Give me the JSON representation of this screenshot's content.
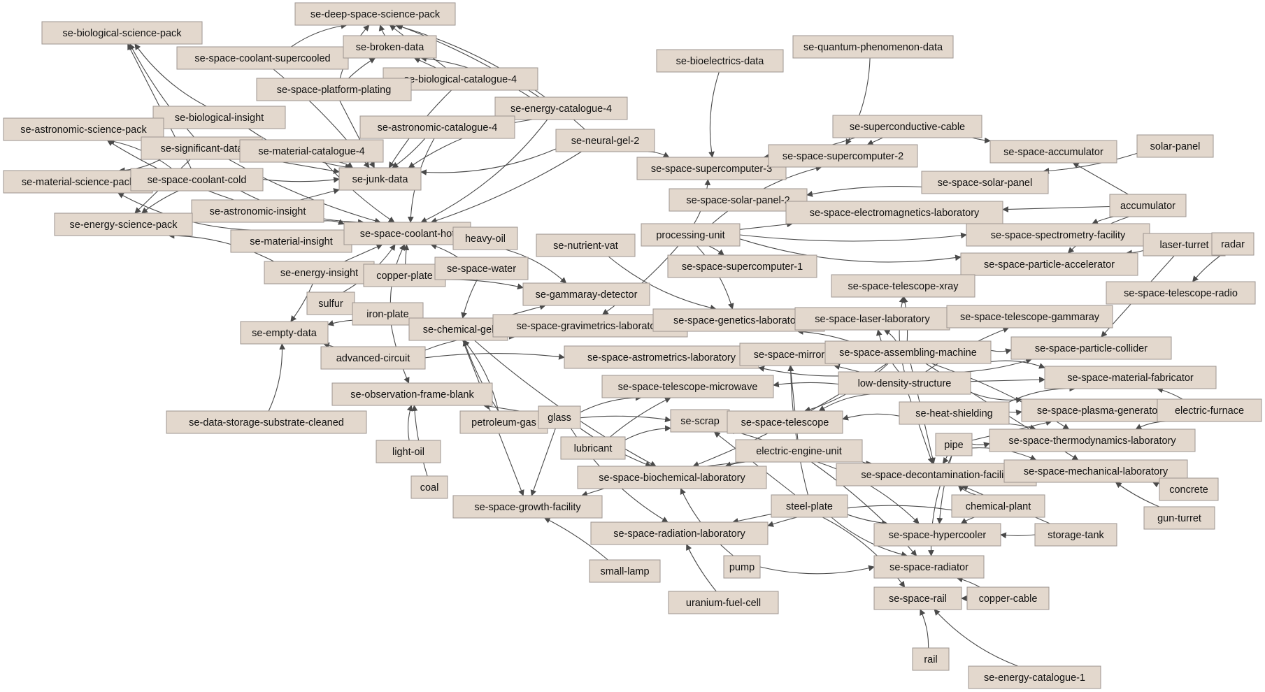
{
  "diagram": {
    "type": "dependency-graph",
    "colors": {
      "node_fill": "#e3d8cd",
      "node_border": "#9d9590",
      "edge": "#4a4a4a",
      "background": "#ffffff"
    },
    "nodes": [
      {
        "id": "se-deep-space-science-pack"
      },
      {
        "id": "se-biological-science-pack"
      },
      {
        "id": "se-space-coolant-supercooled"
      },
      {
        "id": "se-broken-data"
      },
      {
        "id": "se-biological-catalogue-4"
      },
      {
        "id": "se-space-platform-plating"
      },
      {
        "id": "se-biological-insight"
      },
      {
        "id": "se-energy-catalogue-4"
      },
      {
        "id": "se-astronomic-catalogue-4"
      },
      {
        "id": "se-astronomic-science-pack"
      },
      {
        "id": "se-significant-data"
      },
      {
        "id": "se-material-catalogue-4"
      },
      {
        "id": "se-neural-gel-2"
      },
      {
        "id": "se-material-science-pack"
      },
      {
        "id": "se-space-coolant-cold"
      },
      {
        "id": "se-junk-data"
      },
      {
        "id": "se-astronomic-insight"
      },
      {
        "id": "se-energy-science-pack"
      },
      {
        "id": "se-material-insight"
      },
      {
        "id": "se-space-coolant-hot"
      },
      {
        "id": "heavy-oil"
      },
      {
        "id": "se-energy-insight"
      },
      {
        "id": "copper-plate"
      },
      {
        "id": "se-space-water"
      },
      {
        "id": "sulfur"
      },
      {
        "id": "iron-plate"
      },
      {
        "id": "se-empty-data"
      },
      {
        "id": "advanced-circuit"
      },
      {
        "id": "se-data-storage-substrate-cleaned"
      },
      {
        "id": "se-observation-frame-blank"
      },
      {
        "id": "light-oil"
      },
      {
        "id": "coal"
      },
      {
        "id": "se-chemical-gel"
      },
      {
        "id": "se-gammaray-detector"
      },
      {
        "id": "se-nutrient-vat"
      },
      {
        "id": "petroleum-gas"
      },
      {
        "id": "se-bioelectrics-data"
      },
      {
        "id": "se-quantum-phenomenon-data"
      },
      {
        "id": "se-superconductive-cable"
      },
      {
        "id": "se-space-supercomputer-3"
      },
      {
        "id": "se-space-supercomputer-2"
      },
      {
        "id": "se-space-accumulator"
      },
      {
        "id": "solar-panel"
      },
      {
        "id": "se-space-solar-panel"
      },
      {
        "id": "se-space-solar-panel-2"
      },
      {
        "id": "accumulator"
      },
      {
        "id": "se-space-electromagnetics-laboratory"
      },
      {
        "id": "processing-unit"
      },
      {
        "id": "se-space-spectrometry-facility"
      },
      {
        "id": "laser-turret"
      },
      {
        "id": "radar"
      },
      {
        "id": "se-space-supercomputer-1"
      },
      {
        "id": "se-space-particle-accelerator"
      },
      {
        "id": "se-space-telescope-xray"
      },
      {
        "id": "se-space-telescope-radio"
      },
      {
        "id": "se-space-gravimetrics-laboratory"
      },
      {
        "id": "se-space-genetics-laboratory"
      },
      {
        "id": "se-space-laser-laboratory"
      },
      {
        "id": "se-space-telescope-gammaray"
      },
      {
        "id": "se-space-astrometrics-laboratory"
      },
      {
        "id": "se-space-mirror"
      },
      {
        "id": "se-space-assembling-machine"
      },
      {
        "id": "se-space-particle-collider"
      },
      {
        "id": "se-space-telescope-microwave"
      },
      {
        "id": "low-density-structure"
      },
      {
        "id": "se-space-material-fabricator"
      },
      {
        "id": "glass"
      },
      {
        "id": "se-scrap"
      },
      {
        "id": "se-space-telescope"
      },
      {
        "id": "se-heat-shielding"
      },
      {
        "id": "se-space-plasma-generator"
      },
      {
        "id": "electric-furnace"
      },
      {
        "id": "lubricant"
      },
      {
        "id": "electric-engine-unit"
      },
      {
        "id": "pipe"
      },
      {
        "id": "se-space-thermodynamics-laboratory"
      },
      {
        "id": "se-space-biochemical-laboratory"
      },
      {
        "id": "se-space-decontamination-facility"
      },
      {
        "id": "se-space-mechanical-laboratory"
      },
      {
        "id": "concrete"
      },
      {
        "id": "se-space-growth-facility"
      },
      {
        "id": "steel-plate"
      },
      {
        "id": "chemical-plant"
      },
      {
        "id": "gun-turret"
      },
      {
        "id": "se-space-radiation-laboratory"
      },
      {
        "id": "se-space-hypercooler"
      },
      {
        "id": "storage-tank"
      },
      {
        "id": "small-lamp"
      },
      {
        "id": "pump"
      },
      {
        "id": "se-space-radiator"
      },
      {
        "id": "uranium-fuel-cell"
      },
      {
        "id": "se-space-rail"
      },
      {
        "id": "copper-cable"
      },
      {
        "id": "rail"
      },
      {
        "id": "se-energy-catalogue-1"
      }
    ],
    "edges": [
      [
        "se-space-coolant-supercooled",
        "se-deep-space-science-pack"
      ],
      [
        "se-broken-data",
        "se-deep-space-science-pack"
      ],
      [
        "se-biological-catalogue-4",
        "se-deep-space-science-pack"
      ],
      [
        "se-energy-catalogue-4",
        "se-deep-space-science-pack"
      ],
      [
        "se-neural-gel-2",
        "se-deep-space-science-pack"
      ],
      [
        "se-space-platform-plating",
        "se-deep-space-science-pack"
      ],
      [
        "se-space-platform-plating",
        "se-broken-data"
      ],
      [
        "se-biological-catalogue-4",
        "se-broken-data"
      ],
      [
        "se-space-coolant-supercooled",
        "se-broken-data"
      ],
      [
        "se-energy-catalogue-4",
        "se-broken-data"
      ],
      [
        "se-biological-insight",
        "se-biological-science-pack"
      ],
      [
        "se-significant-data",
        "se-biological-science-pack"
      ],
      [
        "se-space-coolant-cold",
        "se-biological-science-pack"
      ],
      [
        "se-significant-data",
        "se-astronomic-science-pack"
      ],
      [
        "se-space-coolant-cold",
        "se-astronomic-science-pack"
      ],
      [
        "se-significant-data",
        "se-material-science-pack"
      ],
      [
        "se-space-coolant-cold",
        "se-material-science-pack"
      ],
      [
        "se-significant-data",
        "se-energy-science-pack"
      ],
      [
        "se-space-coolant-cold",
        "se-energy-science-pack"
      ],
      [
        "se-energy-insight",
        "se-energy-science-pack"
      ],
      [
        "se-material-insight",
        "se-material-science-pack"
      ],
      [
        "se-astronomic-insight",
        "se-astronomic-science-pack"
      ],
      [
        "se-significant-data",
        "se-junk-data"
      ],
      [
        "se-space-coolant-cold",
        "se-junk-data"
      ],
      [
        "se-biological-insight",
        "se-junk-data"
      ],
      [
        "se-material-catalogue-4",
        "se-junk-data"
      ],
      [
        "se-astronomic-catalogue-4",
        "se-junk-data"
      ],
      [
        "se-space-platform-plating",
        "se-junk-data"
      ],
      [
        "se-biological-catalogue-4",
        "se-junk-data"
      ],
      [
        "se-energy-catalogue-4",
        "se-junk-data"
      ],
      [
        "se-neural-gel-2",
        "se-junk-data"
      ],
      [
        "se-space-coolant-supercooled",
        "se-junk-data"
      ],
      [
        "se-astronomic-insight",
        "se-junk-data"
      ],
      [
        "se-significant-data",
        "se-space-coolant-hot"
      ],
      [
        "se-space-coolant-cold",
        "se-space-coolant-hot"
      ],
      [
        "se-astronomic-insight",
        "se-space-coolant-hot"
      ],
      [
        "se-material-insight",
        "se-space-coolant-hot"
      ],
      [
        "se-energy-insight",
        "se-space-coolant-hot"
      ],
      [
        "se-material-catalogue-4",
        "se-space-coolant-hot"
      ],
      [
        "se-astronomic-catalogue-4",
        "se-space-coolant-hot"
      ],
      [
        "se-energy-catalogue-4",
        "se-space-coolant-hot"
      ],
      [
        "se-neural-gel-2",
        "se-space-coolant-hot"
      ],
      [
        "copper-plate",
        "se-space-coolant-hot"
      ],
      [
        "se-space-water",
        "se-space-coolant-hot"
      ],
      [
        "sulfur",
        "se-space-coolant-hot"
      ],
      [
        "iron-plate",
        "se-space-coolant-hot"
      ],
      [
        "se-energy-insight",
        "se-empty-data"
      ],
      [
        "advanced-circuit",
        "se-empty-data"
      ],
      [
        "iron-plate",
        "se-empty-data"
      ],
      [
        "se-data-storage-substrate-cleaned",
        "se-empty-data"
      ],
      [
        "heavy-oil",
        "se-gammaray-detector"
      ],
      [
        "copper-plate",
        "se-gammaray-detector"
      ],
      [
        "se-chemical-gel",
        "se-gammaray-detector"
      ],
      [
        "se-space-water",
        "se-chemical-gel"
      ],
      [
        "petroleum-gas",
        "se-chemical-gel"
      ],
      [
        "light-oil",
        "se-observation-frame-blank"
      ],
      [
        "coal",
        "se-observation-frame-blank"
      ],
      [
        "glass",
        "se-observation-frame-blank"
      ],
      [
        "iron-plate",
        "se-observation-frame-blank"
      ],
      [
        "se-bioelectrics-data",
        "se-space-supercomputer-3"
      ],
      [
        "se-quantum-phenomenon-data",
        "se-space-supercomputer-2"
      ],
      [
        "se-superconductive-cable",
        "se-space-supercomputer-3"
      ],
      [
        "se-superconductive-cable",
        "se-space-supercomputer-2"
      ],
      [
        "se-superconductive-cable",
        "se-space-accumulator"
      ],
      [
        "se-space-supercomputer-2",
        "se-space-supercomputer-3"
      ],
      [
        "se-neural-gel-2",
        "se-space-supercomputer-3"
      ],
      [
        "solar-panel",
        "se-space-solar-panel"
      ],
      [
        "accumulator",
        "se-space-accumulator"
      ],
      [
        "se-space-solar-panel",
        "se-space-solar-panel-2"
      ],
      [
        "processing-unit",
        "se-space-supercomputer-3"
      ],
      [
        "processing-unit",
        "se-space-supercomputer-2"
      ],
      [
        "processing-unit",
        "se-space-supercomputer-1"
      ],
      [
        "processing-unit",
        "se-space-electromagnetics-laboratory"
      ],
      [
        "processing-unit",
        "se-space-spectrometry-facility"
      ],
      [
        "processing-unit",
        "se-space-particle-accelerator"
      ],
      [
        "processing-unit",
        "se-space-genetics-laboratory"
      ],
      [
        "processing-unit",
        "se-space-gravimetrics-laboratory"
      ],
      [
        "accumulator",
        "se-space-electromagnetics-laboratory"
      ],
      [
        "accumulator",
        "se-space-spectrometry-facility"
      ],
      [
        "accumulator",
        "se-space-particle-accelerator"
      ],
      [
        "laser-turret",
        "se-space-spectrometry-facility"
      ],
      [
        "laser-turret",
        "se-space-particle-accelerator"
      ],
      [
        "laser-turret",
        "se-space-particle-collider"
      ],
      [
        "radar",
        "se-space-telescope-radio"
      ],
      [
        "se-nutrient-vat",
        "se-space-genetics-laboratory"
      ],
      [
        "advanced-circuit",
        "se-space-gravimetrics-laboratory"
      ],
      [
        "advanced-circuit",
        "se-space-astrometrics-laboratory"
      ],
      [
        "low-density-structure",
        "se-space-mirror"
      ],
      [
        "low-density-structure",
        "se-space-telescope-microwave"
      ],
      [
        "low-density-structure",
        "se-space-telescope"
      ],
      [
        "low-density-structure",
        "se-space-telescope-xray"
      ],
      [
        "low-density-structure",
        "se-space-telescope-gammaray"
      ],
      [
        "low-density-structure",
        "se-space-material-fabricator"
      ],
      [
        "low-density-structure",
        "se-space-particle-collider"
      ],
      [
        "low-density-structure",
        "se-space-plasma-generator"
      ],
      [
        "low-density-structure",
        "se-space-laser-laboratory"
      ],
      [
        "low-density-structure",
        "se-space-astrometrics-laboratory"
      ],
      [
        "low-density-structure",
        "se-space-decontamination-facility"
      ],
      [
        "se-space-assembling-machine",
        "se-space-telescope-xray"
      ],
      [
        "se-space-assembling-machine",
        "se-space-particle-collider"
      ],
      [
        "se-space-assembling-machine",
        "se-space-material-fabricator"
      ],
      [
        "se-space-assembling-machine",
        "se-space-thermodynamics-laboratory"
      ],
      [
        "se-space-assembling-machine",
        "se-space-mechanical-laboratory"
      ],
      [
        "se-space-assembling-machine",
        "se-space-genetics-laboratory"
      ],
      [
        "se-space-assembling-machine",
        "se-space-laser-laboratory"
      ],
      [
        "se-space-assembling-machine",
        "se-space-telescope"
      ],
      [
        "se-space-assembling-machine",
        "se-space-biochemical-laboratory"
      ],
      [
        "se-space-assembling-machine",
        "se-space-decontamination-facility"
      ],
      [
        "se-heat-shielding",
        "se-space-plasma-generator"
      ],
      [
        "se-heat-shielding",
        "se-space-telescope"
      ],
      [
        "se-heat-shielding",
        "se-space-material-fabricator"
      ],
      [
        "se-heat-shielding",
        "se-space-thermodynamics-laboratory"
      ],
      [
        "electric-furnace",
        "se-space-plasma-generator"
      ],
      [
        "electric-furnace",
        "se-space-material-fabricator"
      ],
      [
        "electric-furnace",
        "se-space-thermodynamics-laboratory"
      ],
      [
        "glass",
        "se-space-telescope-microwave"
      ],
      [
        "glass",
        "se-scrap"
      ],
      [
        "glass",
        "se-space-growth-facility"
      ],
      [
        "glass",
        "se-space-biochemical-laboratory"
      ],
      [
        "glass",
        "se-space-radiation-laboratory"
      ],
      [
        "lubricant",
        "se-scrap"
      ],
      [
        "lubricant",
        "se-space-telescope-microwave"
      ],
      [
        "electric-engine-unit",
        "se-scrap"
      ],
      [
        "electric-engine-unit",
        "se-space-biochemical-laboratory"
      ],
      [
        "electric-engine-unit",
        "se-space-decontamination-facility"
      ],
      [
        "electric-engine-unit",
        "se-space-hypercooler"
      ],
      [
        "electric-engine-unit",
        "se-space-radiator"
      ],
      [
        "electric-engine-unit",
        "se-space-mirror"
      ],
      [
        "electric-engine-unit",
        "se-space-growth-facility"
      ],
      [
        "pipe",
        "se-space-thermodynamics-laboratory"
      ],
      [
        "pipe",
        "se-space-mechanical-laboratory"
      ],
      [
        "pipe",
        "se-space-decontamination-facility"
      ],
      [
        "pipe",
        "se-space-plasma-generator"
      ],
      [
        "pipe",
        "se-space-hypercooler"
      ],
      [
        "pipe",
        "se-space-radiator"
      ],
      [
        "concrete",
        "se-space-mechanical-laboratory"
      ],
      [
        "gun-turret",
        "se-space-mechanical-laboratory"
      ],
      [
        "steel-plate",
        "se-space-radiation-laboratory"
      ],
      [
        "steel-plate",
        "se-space-hypercooler"
      ],
      [
        "steel-plate",
        "se-space-radiator"
      ],
      [
        "steel-plate",
        "se-space-rail"
      ],
      [
        "steel-plate",
        "se-space-mirror"
      ],
      [
        "steel-plate",
        "se-scrap"
      ],
      [
        "chemical-plant",
        "se-space-hypercooler"
      ],
      [
        "chemical-plant",
        "se-space-radiation-laboratory"
      ],
      [
        "chemical-plant",
        "se-space-decontamination-facility"
      ],
      [
        "storage-tank",
        "se-space-hypercooler"
      ],
      [
        "storage-tank",
        "se-space-decontamination-facility"
      ],
      [
        "small-lamp",
        "se-space-growth-facility"
      ],
      [
        "pump",
        "se-space-radiator"
      ],
      [
        "pump",
        "se-space-biochemical-laboratory"
      ],
      [
        "uranium-fuel-cell",
        "se-space-radiation-laboratory"
      ],
      [
        "copper-cable",
        "se-space-rail"
      ],
      [
        "copper-cable",
        "se-space-radiator"
      ],
      [
        "rail",
        "se-space-rail"
      ],
      [
        "se-energy-catalogue-1",
        "se-space-rail"
      ],
      [
        "petroleum-gas",
        "se-chemical-gel"
      ],
      [
        "se-chemical-gel",
        "se-space-growth-facility"
      ],
      [
        "se-chemical-gel",
        "se-space-biochemical-laboratory"
      ]
    ]
  }
}
